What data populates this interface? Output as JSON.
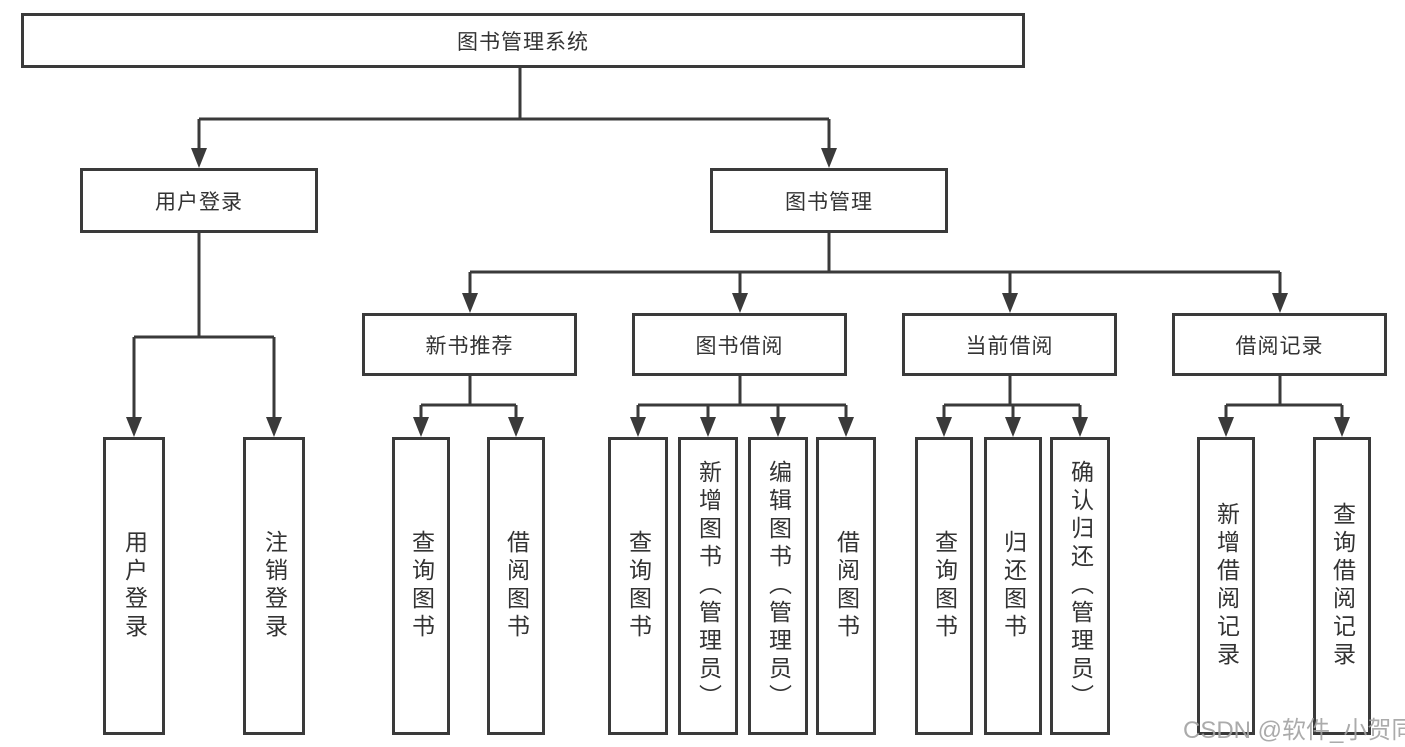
{
  "diagram_title": "图书管理系统",
  "watermark": "CSDN @软件_小贺同学",
  "colors": {
    "line": "#3a3a3a",
    "box_border": "#3a3a3a",
    "text": "#333333",
    "background": "#ffffff",
    "watermark": "#a3a3a3"
  },
  "tree": {
    "label": "图书管理系统",
    "children": [
      {
        "label": "用户登录",
        "children": [
          {
            "label": "用户登录"
          },
          {
            "label": "注销登录"
          }
        ]
      },
      {
        "label": "图书管理",
        "children": [
          {
            "label": "新书推荐",
            "children": [
              {
                "label": "查询图书"
              },
              {
                "label": "借阅图书"
              }
            ]
          },
          {
            "label": "图书借阅",
            "children": [
              {
                "label": "查询图书"
              },
              {
                "label": "新增图书（管理员）"
              },
              {
                "label": "编辑图书（管理员）"
              },
              {
                "label": "借阅图书"
              }
            ]
          },
          {
            "label": "当前借阅",
            "children": [
              {
                "label": "查询图书"
              },
              {
                "label": "归还图书"
              },
              {
                "label": "确认归还（管理员）"
              }
            ]
          },
          {
            "label": "借阅记录",
            "children": [
              {
                "label": "新增借阅记录"
              },
              {
                "label": "查询借阅记录"
              }
            ]
          }
        ]
      }
    ]
  }
}
